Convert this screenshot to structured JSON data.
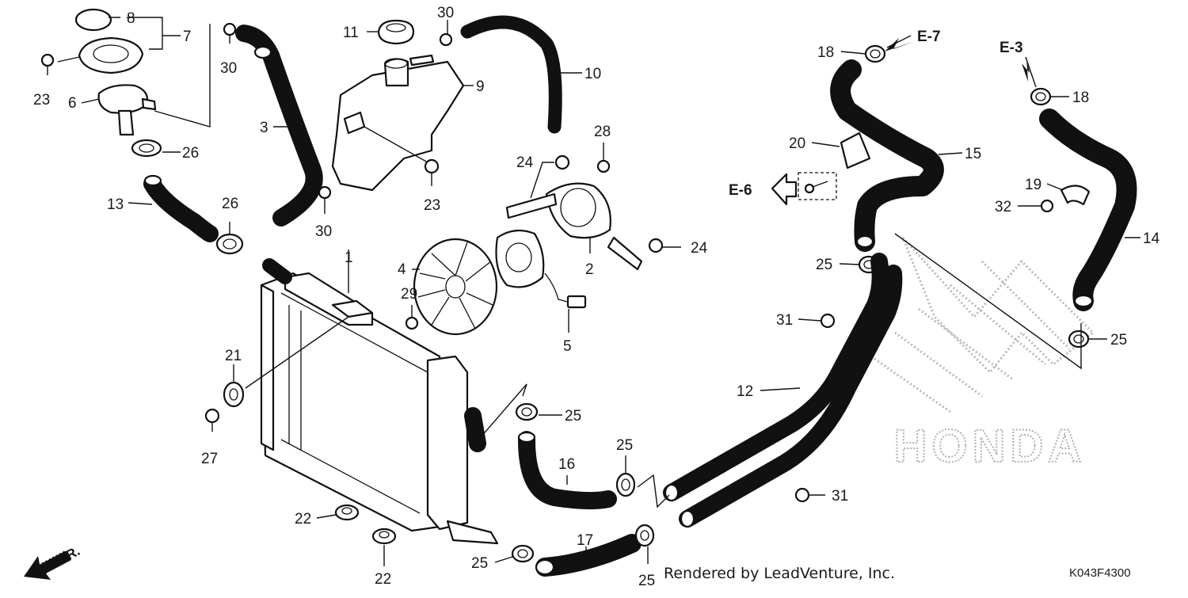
{
  "diagram": {
    "credit": "Rendered by LeadVenture, Inc.",
    "part_code": "K043F4300",
    "watermark_brand": "HONDA",
    "direction_label": "FR.",
    "ref_labels": {
      "e3": "E-3",
      "e6": "E-6",
      "e7": "E-7"
    },
    "callouts": {
      "c1": "1",
      "c2": "2",
      "c3": "3",
      "c4": "4",
      "c5": "5",
      "c6": "6",
      "c7": "7",
      "c8": "8",
      "c9": "9",
      "c10": "10",
      "c11": "11",
      "c12": "12",
      "c13": "13",
      "c14": "14",
      "c15": "15",
      "c16": "16",
      "c17": "17",
      "c18a": "18",
      "c18b": "18",
      "c19": "19",
      "c20": "20",
      "c21": "21",
      "c22a": "22",
      "c22b": "22",
      "c23a": "23",
      "c23b": "23",
      "c24a": "24",
      "c24b": "24",
      "c25a": "25",
      "c25b": "25",
      "c25c": "25",
      "c25d": "25",
      "c25e": "25",
      "c25f": "25",
      "c26a": "26",
      "c26b": "26",
      "c27": "27",
      "c28": "28",
      "c29": "29",
      "c30a": "30",
      "c30b": "30",
      "c30c": "30",
      "c31a": "31",
      "c31b": "31",
      "c32": "32"
    }
  }
}
